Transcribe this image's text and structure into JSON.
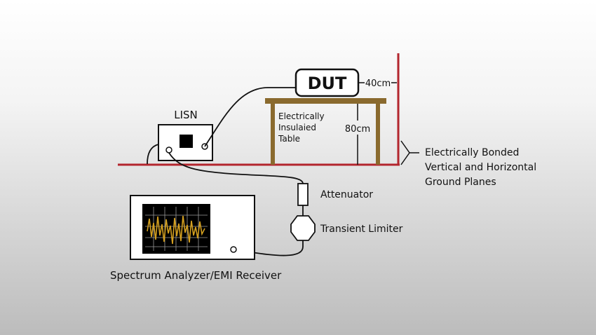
{
  "labels": {
    "lisn": "LISN",
    "dut": "DUT",
    "dim_40": "40cm",
    "dim_80": "80cm",
    "table_line1": "Electrically",
    "table_line2": "Insulaied",
    "table_line3": "Table",
    "ground_line1": "Electrically Bonded",
    "ground_line2": "Vertical and Horizontal",
    "ground_line3": "Ground Planes",
    "attenuator": "Attenuator",
    "limiter": "Transient Limiter",
    "analyzer": "Spectrum Analyzer/EMI Receiver"
  },
  "colors": {
    "ground_plane": "#b3262e",
    "table": "#8a6a2e",
    "screen": "#000000",
    "trace": "#d4a020",
    "stroke": "#111111"
  }
}
